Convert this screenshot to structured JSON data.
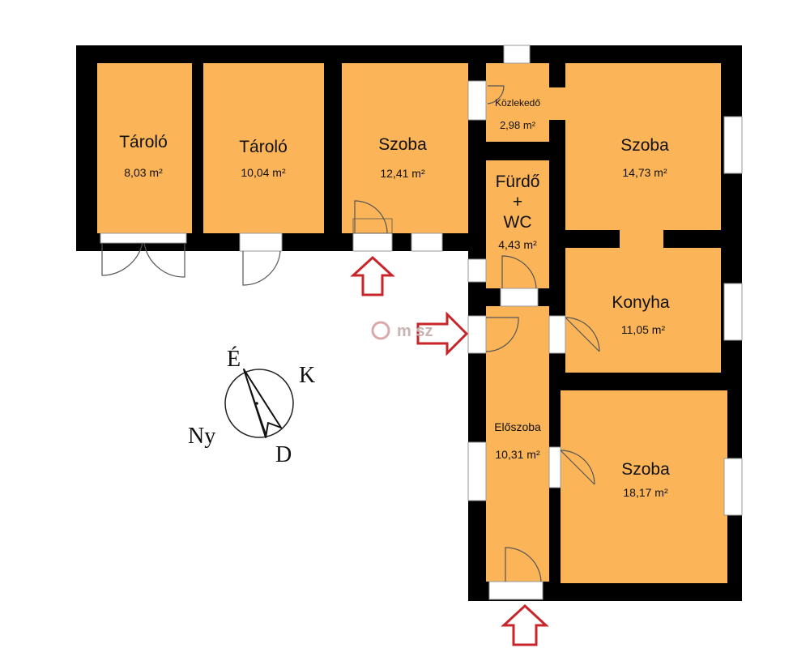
{
  "rooms": {
    "taroló1": {
      "name": "Tároló",
      "area": "8,03 m²"
    },
    "taroló2": {
      "name": "Tároló",
      "area": "10,04 m²"
    },
    "szoba1": {
      "name": "Szoba",
      "area": "12,41 m²"
    },
    "kozlekedo": {
      "name": "Közlekedő",
      "area": "2,98 m²"
    },
    "szoba2": {
      "name": "Szoba",
      "area": "14,73 m²"
    },
    "furdo": {
      "line1": "Fürdő",
      "line2": "+",
      "line3": "WC",
      "area": "4,43 m²"
    },
    "konyha": {
      "name": "Konyha",
      "area": "11,05 m²"
    },
    "eloszoba": {
      "name": "Előszoba",
      "area": "10,31 m²"
    },
    "szoba3": {
      "name": "Szoba",
      "area": "18,17 m²"
    }
  },
  "compass": {
    "north": "É",
    "east": "K",
    "west": "Ny",
    "south": "D"
  },
  "watermark": {
    "text": "m   sz"
  },
  "colors": {
    "room_fill": "#fbb558",
    "wall": "#000000",
    "arrow": "#c8252b"
  }
}
